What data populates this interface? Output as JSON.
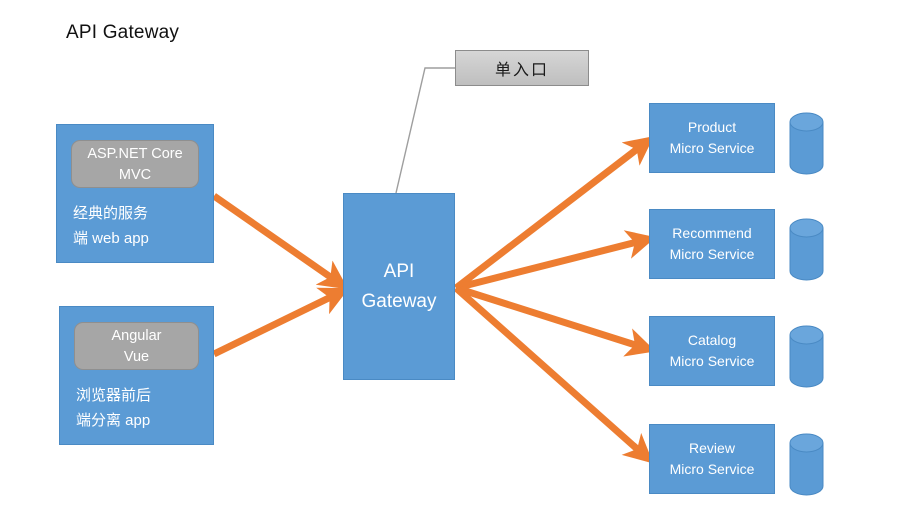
{
  "diagram": {
    "title": "API Gateway",
    "colors": {
      "box_blue": "#5B9BD5",
      "chip_gray": "#A6A6A6",
      "arrow_orange": "#ED7D31",
      "callout_gray": "#C9C9C9",
      "text_white": "#FFFFFF"
    },
    "callout": {
      "label": "单入口"
    },
    "gateway": {
      "label": "API\nGateway"
    },
    "clients": [
      {
        "chip": "ASP.NET Core\nMVC",
        "caption": "经典的服务\n端 web app"
      },
      {
        "chip": "Angular\nVue",
        "caption": "浏览器前后\n端分离 app"
      }
    ],
    "services": [
      {
        "label": "Product\nMicro Service",
        "database": "database-cylinder"
      },
      {
        "label": "Recommend\nMicro Service",
        "database": "database-cylinder"
      },
      {
        "label": "Catalog\nMicro Service",
        "database": "database-cylinder"
      },
      {
        "label": "Review\nMicro Service",
        "database": "database-cylinder"
      }
    ]
  }
}
